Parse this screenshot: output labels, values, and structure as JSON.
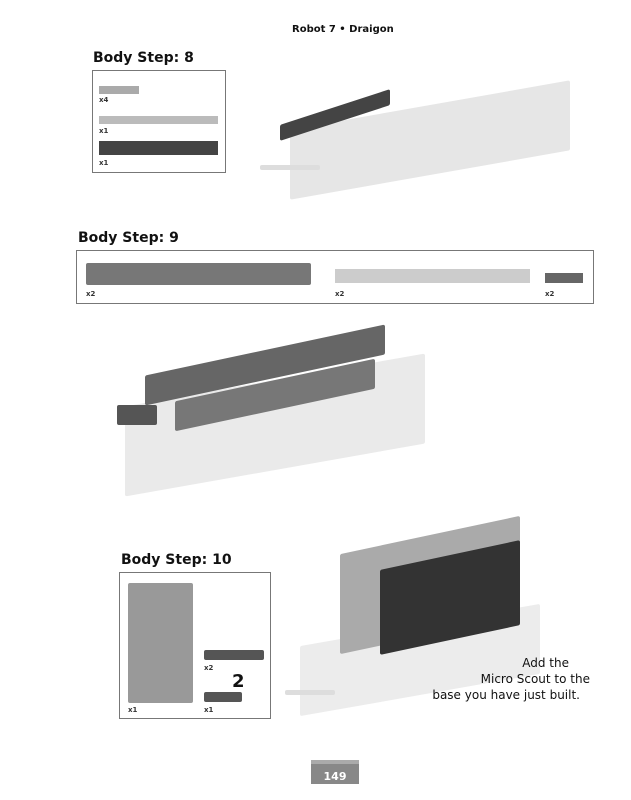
{
  "header": {
    "title": "Robot 7 • Draigon"
  },
  "steps": [
    {
      "label": "Body Step: 8",
      "parts": [
        {
          "qty": "x4"
        },
        {
          "qty": "x1"
        },
        {
          "qty": "x1"
        }
      ]
    },
    {
      "label": "Body Step: 9",
      "parts": [
        {
          "qty": "x2"
        },
        {
          "qty": "x2"
        },
        {
          "qty": "x2"
        }
      ]
    },
    {
      "label": "Body Step: 10",
      "parts": [
        {
          "qty": "x1"
        },
        {
          "qty": "x2"
        },
        {
          "qty": "x1"
        }
      ],
      "callout": "2"
    }
  ],
  "note": {
    "line1": "Add the",
    "line2": "Micro Scout to the",
    "line3": "base you have just built."
  },
  "footer": {
    "page_number": "149"
  }
}
